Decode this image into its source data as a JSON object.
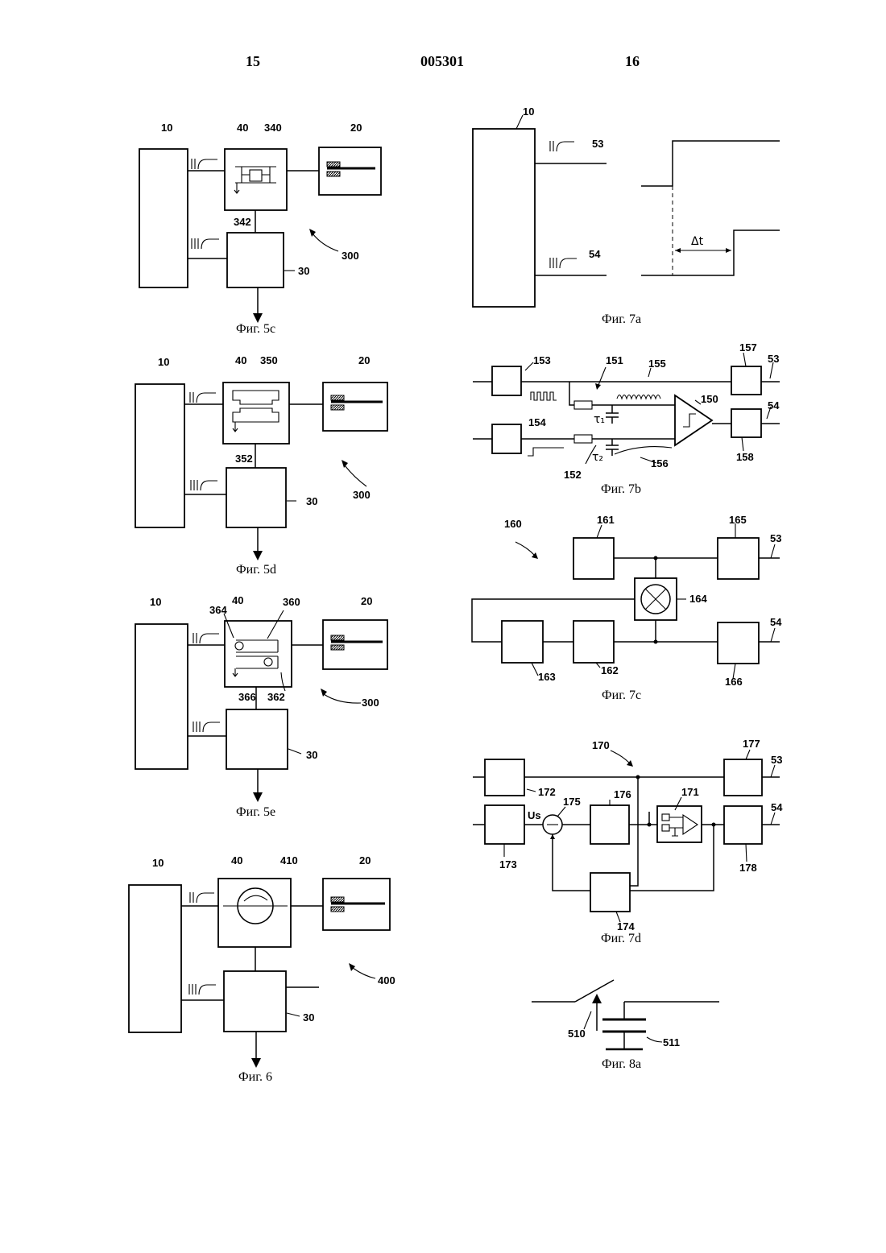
{
  "header": {
    "page_left": "15",
    "doc_number": "005301",
    "page_right": "16"
  },
  "fig5c": {
    "caption": "Фиг. 5с",
    "labels": [
      "10",
      "40",
      "340",
      "20",
      "342",
      "300",
      "30"
    ],
    "signals": [
      "lr",
      "ltr"
    ]
  },
  "fig5d": {
    "caption": "Фиг. 5d",
    "labels": [
      "10",
      "40",
      "350",
      "20",
      "352",
      "300",
      "30"
    ],
    "signals": [
      "lr",
      "ltr"
    ]
  },
  "fig5e": {
    "caption": "Фиг. 5е",
    "labels": [
      "10",
      "364",
      "40",
      "360",
      "20",
      "366",
      "362",
      "300",
      "30"
    ],
    "signals": [
      "lr",
      "ltr"
    ]
  },
  "fig6": {
    "caption": "Фиг. 6",
    "labels": [
      "10",
      "40",
      "410",
      "20",
      "400",
      "30"
    ],
    "signals": [
      "lr",
      "ltr"
    ]
  },
  "fig7a": {
    "caption": "Фиг. 7а",
    "labels": [
      "10",
      "53",
      "54",
      "Δt"
    ],
    "signals": [
      "lr",
      "ltr"
    ]
  },
  "fig7b": {
    "caption": "Фиг. 7b",
    "labels": [
      "153",
      "151",
      "155",
      "157",
      "53",
      "150",
      "54",
      "154",
      "152",
      "156",
      "158"
    ],
    "tau1": "τ₁",
    "tau2": "τ₂"
  },
  "fig7c": {
    "caption": "Фиг. 7с",
    "labels": [
      "160",
      "161",
      "165",
      "53",
      "164",
      "54",
      "163",
      "162",
      "166"
    ]
  },
  "fig7d": {
    "caption": "Фиг. 7d",
    "labels": [
      "170",
      "177",
      "53",
      "172",
      "175",
      "176",
      "171",
      "54",
      "Us",
      "173",
      "178",
      "174"
    ]
  },
  "fig8a": {
    "caption": "Фиг. 8а",
    "labels": [
      "510",
      "511"
    ]
  }
}
